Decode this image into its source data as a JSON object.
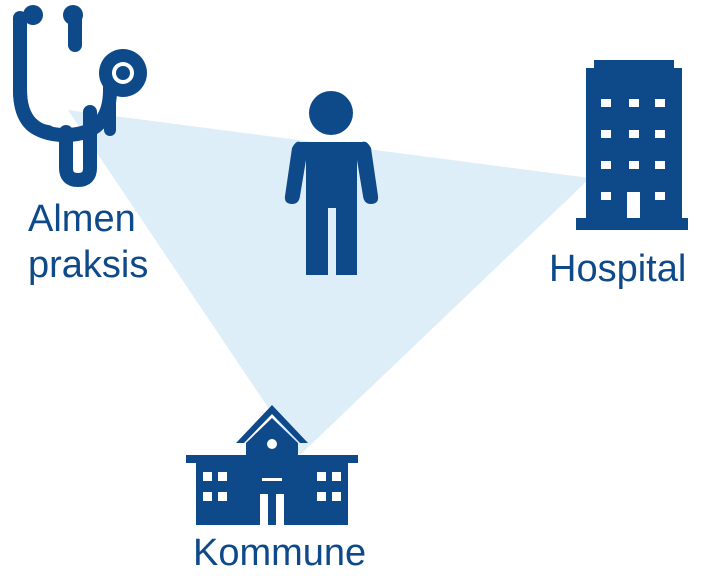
{
  "colors": {
    "icon": "#0e4a8a",
    "triangle_fill": "#deeef8",
    "background": "#ffffff"
  },
  "nodes": {
    "general_practice": {
      "icon": "stethoscope-icon",
      "label_line1": "Almen",
      "label_line2": "praksis"
    },
    "hospital": {
      "icon": "hospital-building-icon",
      "label": "Hospital"
    },
    "municipality": {
      "icon": "town-hall-icon",
      "label": "Kommune"
    },
    "patient": {
      "icon": "person-icon"
    }
  }
}
